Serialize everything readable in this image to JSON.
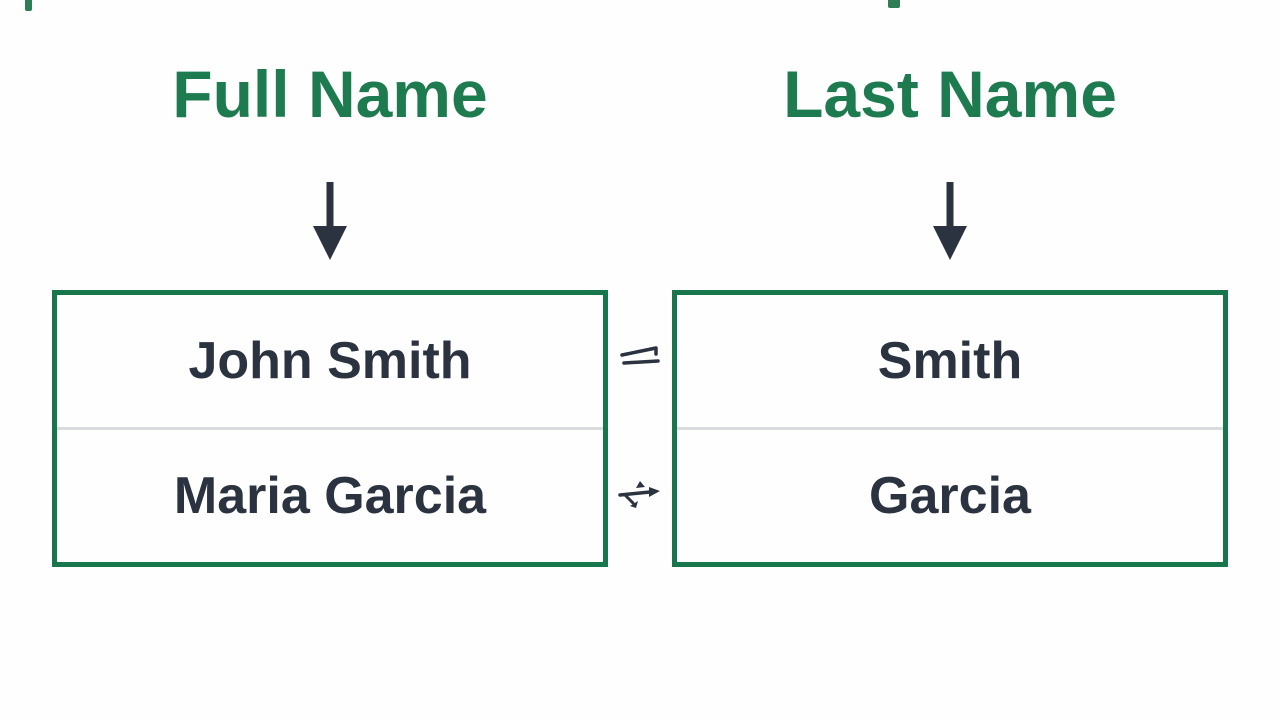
{
  "diagram": {
    "title_context": "Full name to last name extraction diagram",
    "left_column": {
      "heading": "Full Name",
      "rows": [
        "John Smith",
        "Maria Garcia"
      ]
    },
    "right_column": {
      "heading": "Last Name",
      "rows": [
        "Smith",
        "Garcia"
      ]
    },
    "icons": {
      "down_arrow": "↓",
      "transform_arrow_top": "⇀",
      "transform_arrow_bottom": "⇄"
    },
    "colors": {
      "heading_green": "#1e7b4f",
      "border_green": "#17764b",
      "text_dark": "#2b3340",
      "divider_gray": "#d9dcde",
      "background": "#fefefe"
    }
  }
}
